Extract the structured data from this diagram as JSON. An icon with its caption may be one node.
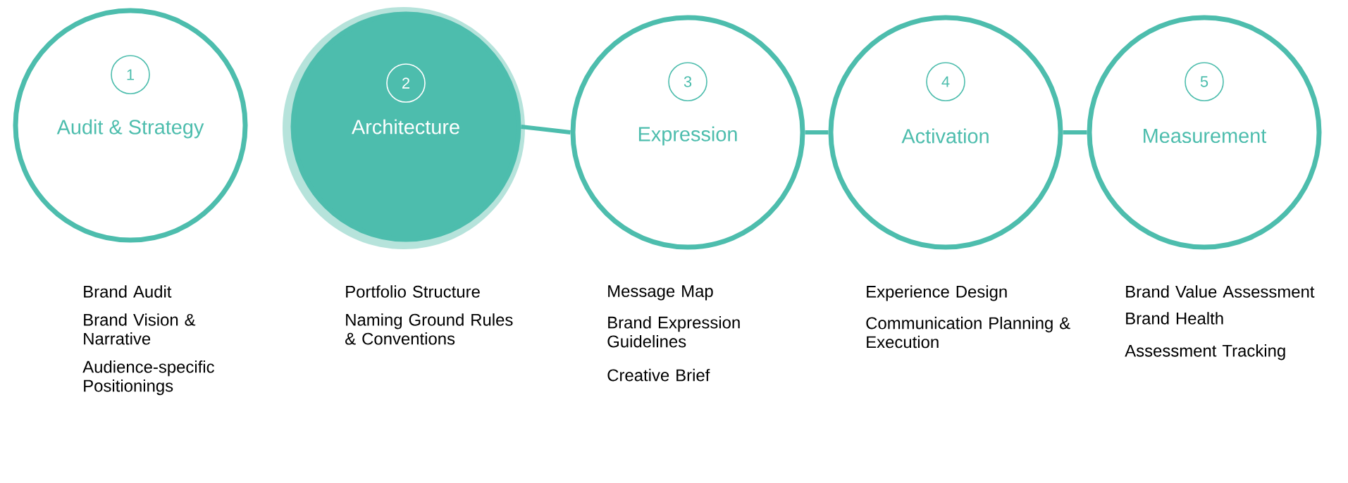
{
  "diagram": {
    "nodes": [
      {
        "text": [
          "Audit & Strategy"
        ],
        "beside": [
          "Brand Audit",
          "Brand Vision & Narrative",
          "Audience-specific Positionings"
        ]
      },
      {
        "text": [
          "1"
        ],
        "in": 0
      },
      {
        "text": [
          "Architecture"
        ],
        "beside": [
          "Portfolio Structure",
          "Naming Ground Rules & Conventions"
        ]
      },
      {
        "text": [
          "2"
        ],
        "in": 2
      },
      {
        "text": [
          "Expression"
        ],
        "beside": [
          "Message Map",
          "Brand Expression Guidelines",
          "Creative Brief"
        ]
      },
      {
        "text": [
          "3"
        ],
        "in": 4
      },
      {
        "text": [
          "Activation"
        ],
        "beside": [
          "Experience Design",
          "Communication Planning & Execution"
        ]
      },
      {
        "text": [
          "4"
        ],
        "in": 6
      },
      {
        "text": [
          "Measurement"
        ],
        "beside": [
          "Brand Value Assessment",
          "Brand Health",
          "Assessment Tracking"
        ]
      },
      {
        "text": [
          "5"
        ],
        "in": 8
      }
    ],
    "edges": [
      {
        "from": 2,
        "to": 4,
        "arrow": "none"
      },
      {
        "from": 4,
        "to": 6,
        "arrow": "none"
      },
      {
        "from": 6,
        "to": 8,
        "arrow": "none"
      }
    ]
  }
}
